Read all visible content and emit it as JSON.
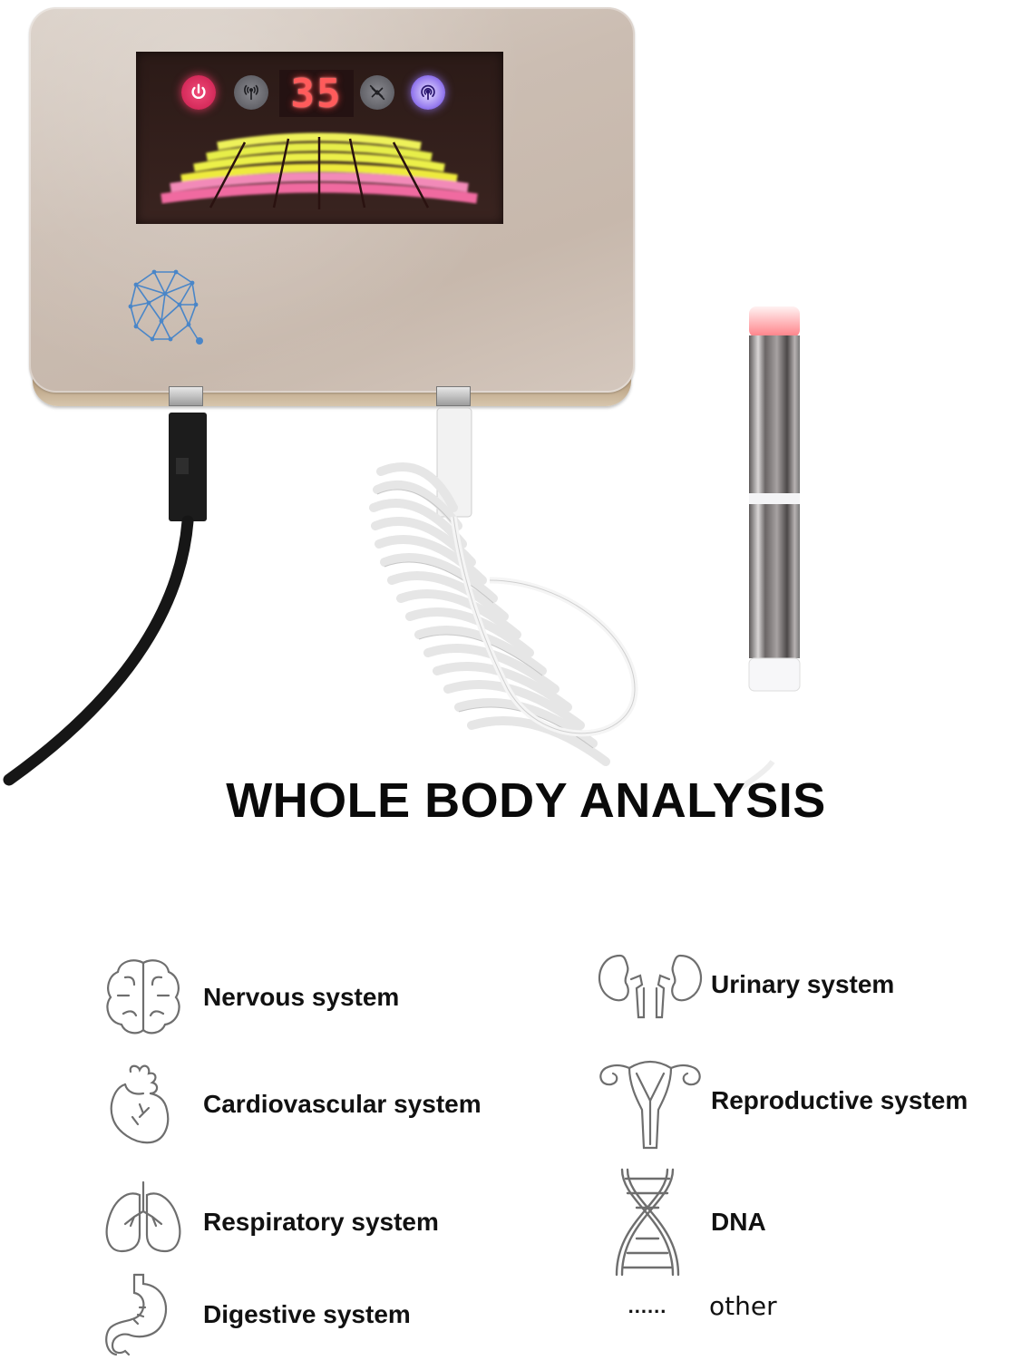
{
  "device": {
    "display_value": "35",
    "colors": {
      "body": "#cbbdb2",
      "screen": "#2f1e1b",
      "digit": "#ff5b5b",
      "power_button": "#e23a6a",
      "broadcast_button": "#9a80f0",
      "meter_yellow": "#e8f04a",
      "meter_pink": "#f06aa0",
      "logo_blue": "#4a86c8"
    },
    "buttons": [
      {
        "name": "power",
        "icon": "power-icon"
      },
      {
        "name": "signal",
        "icon": "antenna-icon"
      },
      {
        "name": "mute",
        "icon": "signal-off-icon"
      },
      {
        "name": "broadcast",
        "icon": "broadcast-icon"
      }
    ],
    "meter": {
      "segments": 7,
      "rows": 6
    }
  },
  "headline": "WHOLE BODY ANALYSIS",
  "systems": {
    "left": [
      {
        "label": "Nervous system",
        "icon": "brain-icon"
      },
      {
        "label": "Cardiovascular system",
        "icon": "heart-icon"
      },
      {
        "label": "Respiratory system",
        "icon": "lungs-icon"
      },
      {
        "label": "Digestive system",
        "icon": "stomach-icon"
      }
    ],
    "right": [
      {
        "label": "Urinary system",
        "icon": "kidneys-icon"
      },
      {
        "label": "Reproductive system",
        "icon": "uterus-icon"
      },
      {
        "label": "DNA",
        "icon": "dna-icon"
      },
      {
        "label": "other",
        "icon": "ellipsis",
        "marker": "......"
      }
    ]
  }
}
